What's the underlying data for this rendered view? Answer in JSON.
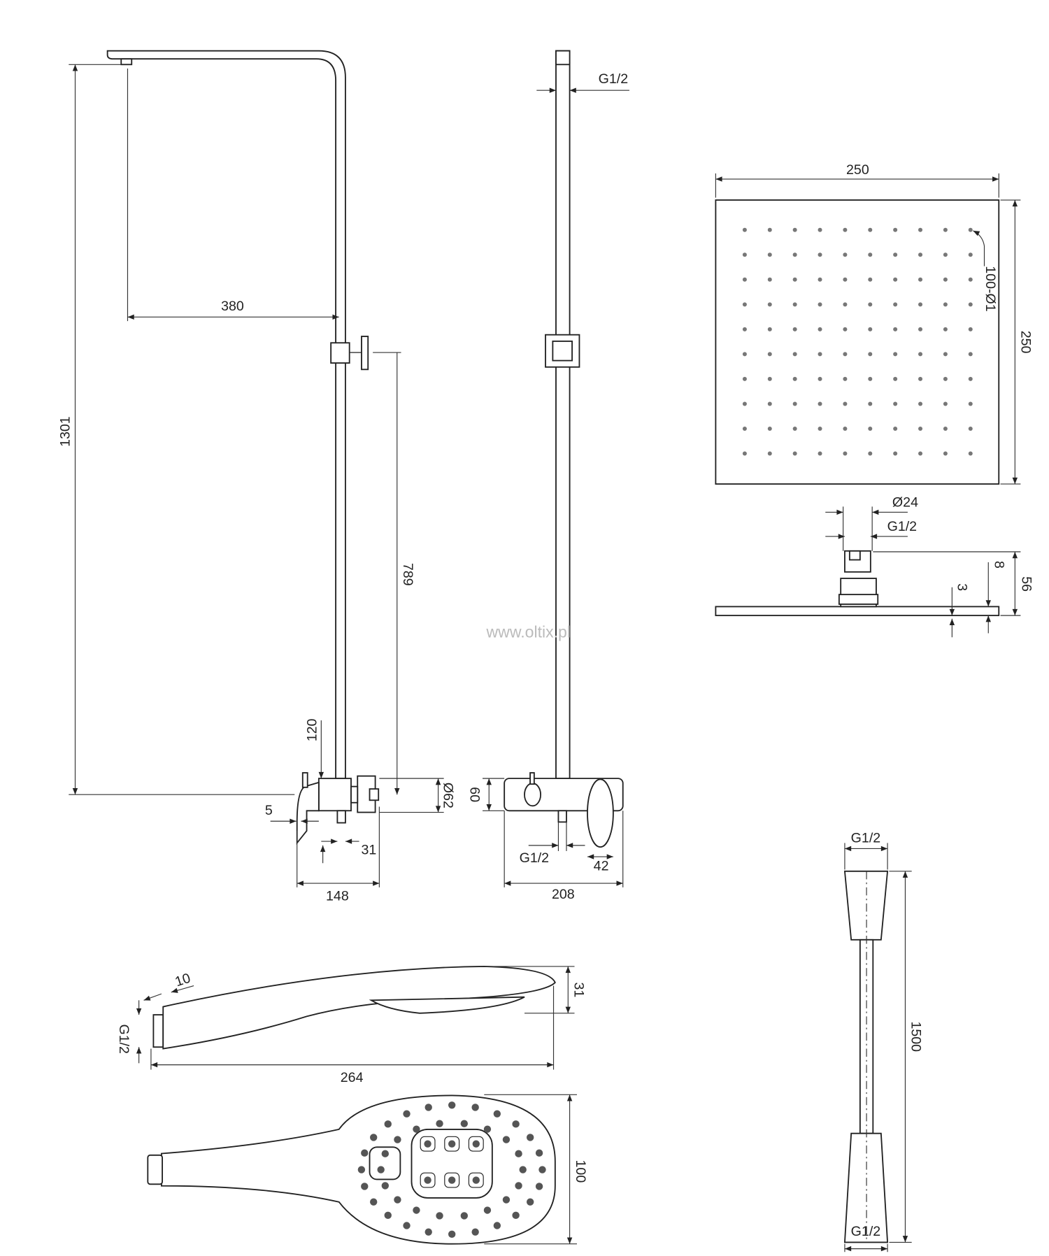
{
  "watermark": "www.oltix.pl",
  "column": {
    "height": "1301",
    "arm_reach": "380",
    "holder_height": "789",
    "mixer_offset": "120",
    "wall_gap": "5",
    "outlet_offset": "31",
    "mixer_depth": "148",
    "mixer_diameter": "Ø62"
  },
  "front": {
    "top_thread": "G1/2",
    "mixer_height": "60",
    "outlet_thread": "G1/2",
    "lever_width": "42",
    "mixer_width": "208"
  },
  "rain_head": {
    "width": "250",
    "depth": "250",
    "nozzles": "100-Ø1",
    "nozzle_rows": 10,
    "nozzle_cols": 10,
    "connector_diameter": "Ø24",
    "connector_thread": "G1/2",
    "plate_thickness": "8",
    "total_height": "56",
    "nozzle_height": "3"
  },
  "hand_shower": {
    "thread_length": "10",
    "thread": "G1/2",
    "head_thickness": "31",
    "length": "264",
    "head_width": "100"
  },
  "hose": {
    "top_thread": "G1/2",
    "length": "1500",
    "bottom_thread": "G1/2"
  }
}
